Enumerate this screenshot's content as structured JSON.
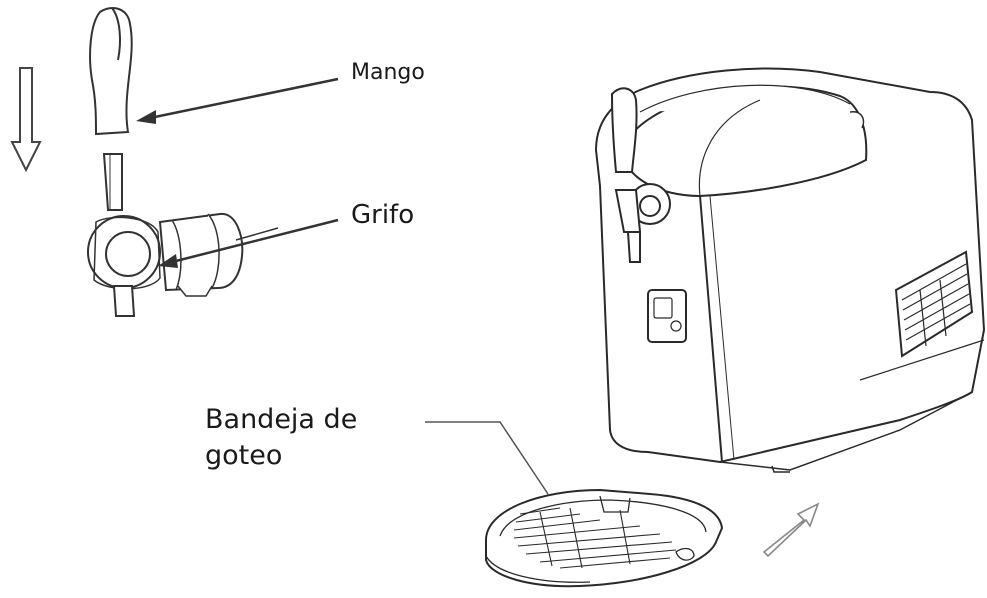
{
  "labels": {
    "mango": "Mango",
    "grifo": "Grifo",
    "bandeja_line1": "Bandeja de",
    "bandeja_line2": "goteo"
  },
  "colors": {
    "line": "#2a2a2a",
    "light_line": "#8a8a8a",
    "arrow": "#333333"
  },
  "icons": {
    "down_arrow": "outline-down-arrow-icon",
    "up_arrow": "outline-diagonal-arrow-icon"
  }
}
